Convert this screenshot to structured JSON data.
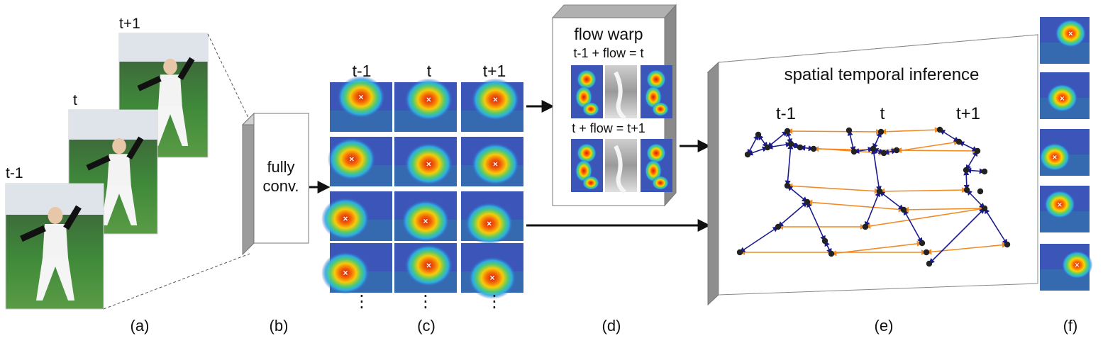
{
  "panels": {
    "a": {
      "label": "(a)",
      "frame_labels": [
        "t-1",
        "t",
        "t+1"
      ]
    },
    "b": {
      "label": "(b)",
      "box_text_line1": "fully",
      "box_text_line2": "conv."
    },
    "c": {
      "label": "(c)",
      "col_headers": [
        "t-1",
        "t",
        "t+1"
      ],
      "ellipsis": "⋮"
    },
    "d": {
      "label": "(d)",
      "title": "flow warp",
      "row1_caption": "t-1 + flow = t",
      "row2_caption": "t + flow = t+1"
    },
    "e": {
      "label": "(e)",
      "title": "spatial temporal inference",
      "col_headers": [
        "t-1",
        "t",
        "t+1"
      ]
    },
    "f": {
      "label": "(f)"
    }
  },
  "colors": {
    "spatial_edge": "#1a1a8c",
    "temporal_edge": "#f08a24",
    "node": "#222222",
    "heat_hot": "#d81b00",
    "heat_warm": "#ffd200",
    "heat_cool": "#2bb0e8",
    "heat_bg": "#3b56b8",
    "box_side": "#9b9b9b"
  },
  "icons": {
    "arrow": "arrow-right-icon",
    "marker": "x-mark-icon"
  }
}
